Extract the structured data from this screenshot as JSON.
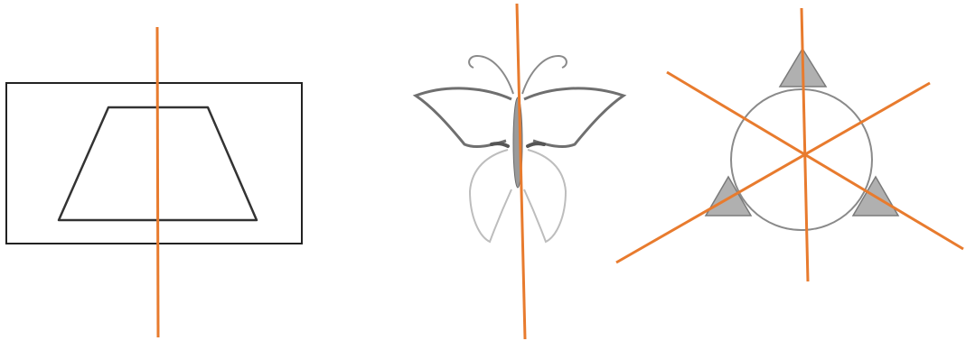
{
  "colors": {
    "background": "#ffffff",
    "outline": "#222222",
    "axis": "#e87b2e",
    "shape_gray": "#b0b0b0",
    "line_gray": "#7a7a7a"
  },
  "figures": [
    {
      "name": "rectangle-with-trapezoid",
      "symmetry_lines": 1
    },
    {
      "name": "butterfly",
      "symmetry_lines": 1
    },
    {
      "name": "circle-with-three-triangles",
      "symmetry_lines": 3
    }
  ]
}
